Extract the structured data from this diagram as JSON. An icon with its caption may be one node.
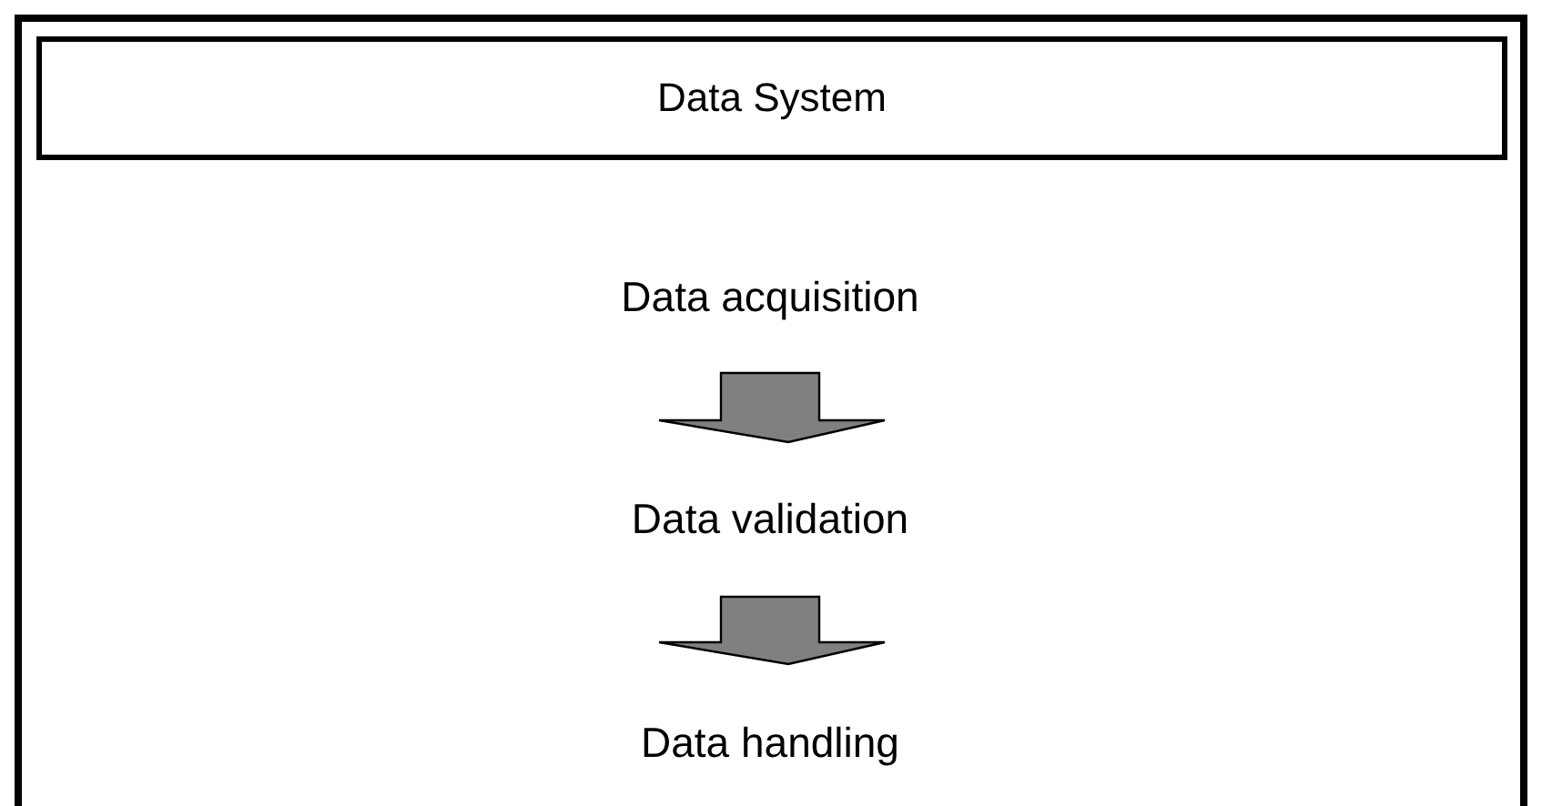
{
  "diagram": {
    "nodes": [
      {
        "text": [],
        "shape": "box"
      },
      {
        "text": [
          "Data System"
        ],
        "in": 0
      },
      {
        "text": [
          "Data acquisition"
        ],
        "in": 0
      },
      {
        "text": [
          "Data validation"
        ],
        "in": 0
      },
      {
        "text": [
          "Data handling"
        ],
        "in": 0
      }
    ],
    "edges": [
      {
        "from": 2,
        "to": 3,
        "arrow": "to",
        "style": "thick"
      },
      {
        "from": 3,
        "to": 4,
        "arrow": "to",
        "style": "thick"
      }
    ]
  }
}
